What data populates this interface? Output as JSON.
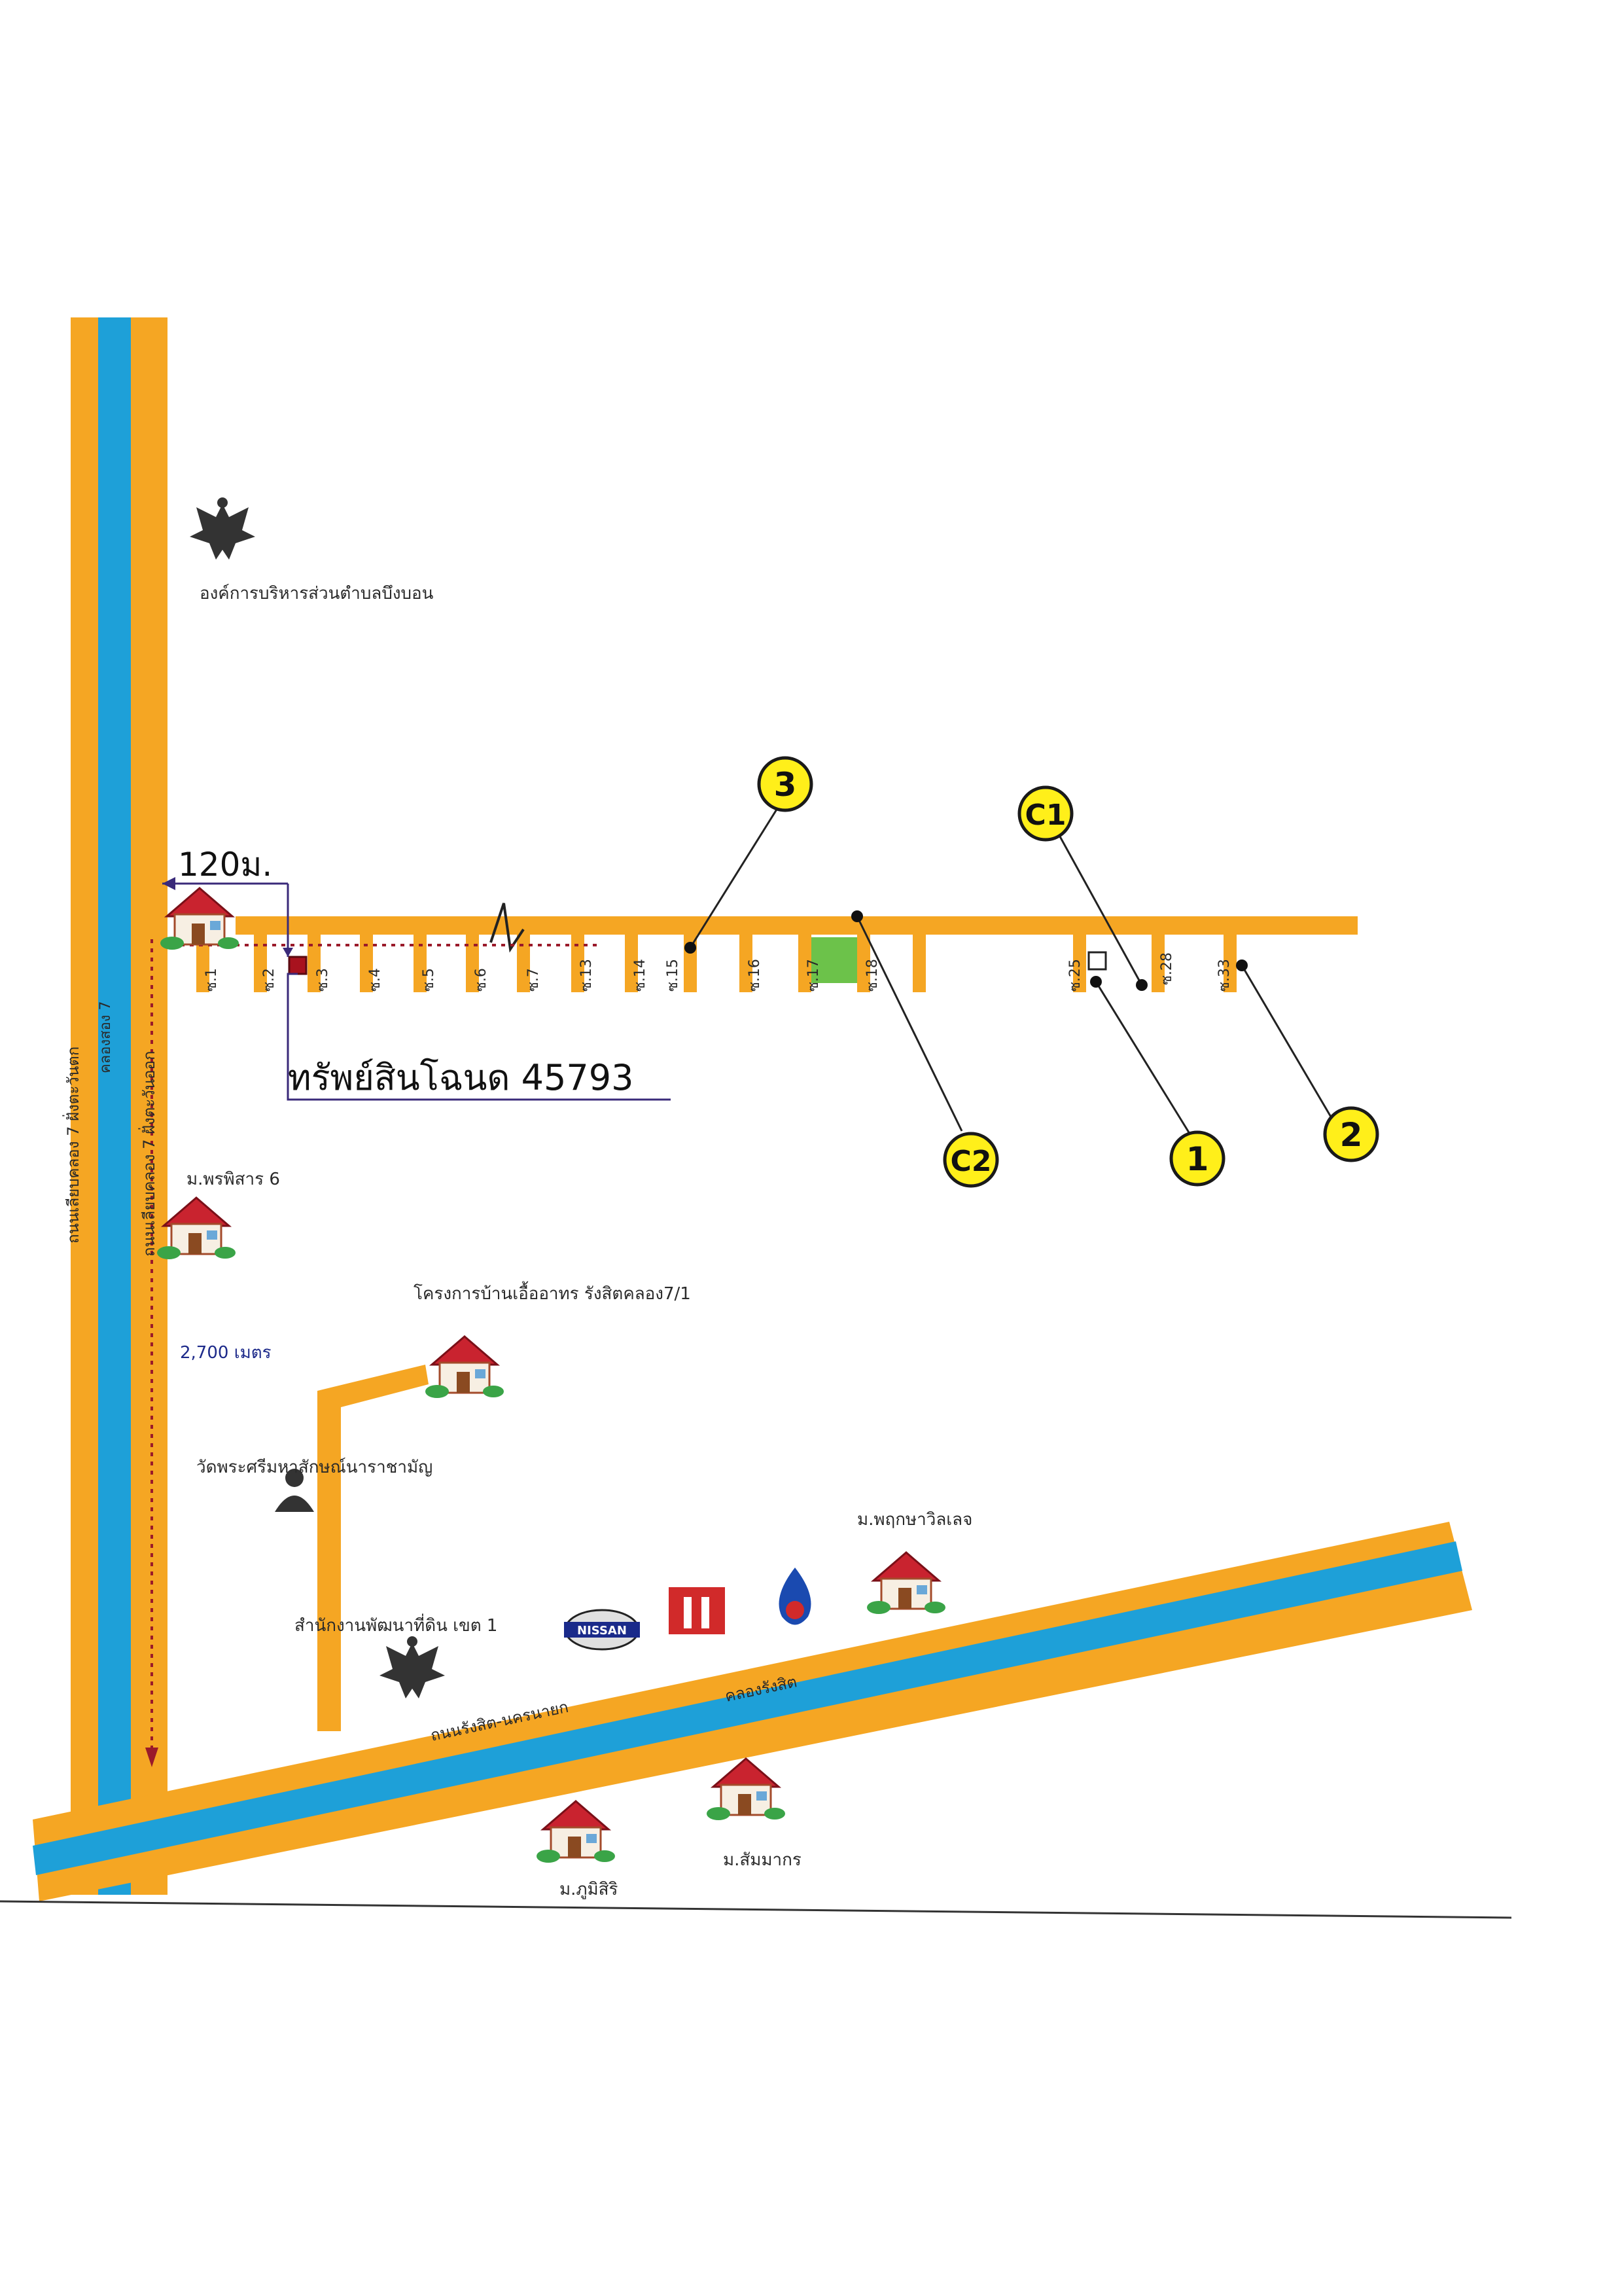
{
  "map": {
    "colors": {
      "road": "#f5a623",
      "canal": "#1ea0d8",
      "marker_fill": "#ffef1a",
      "property": "#a8121e",
      "green_plot": "#6cc24a",
      "distance_line": "#9a1a2a"
    },
    "labels": {
      "sao": "องค์การบริหารส่วนตำบลบึงบอน",
      "distance_top": "120ม.",
      "property": "ทรัพย์สินโฉนด 45793",
      "village_phonphisan": "ม.พรพิสาร 6",
      "distance_left": "2,700 เมตร",
      "project_housing": "โครงการบ้านเอื้ออาทร รังสิตคลอง7/1",
      "temple": "วัดพระศรีมหาสักษณ์นาราชามัญ",
      "village_phrukpha": "ม.พฤกษาวิลเลจ",
      "land_office": "สำนักงานพัฒนาที่ดิน เขต 1",
      "village_phumisiri": "ม.ภูมิสิริ",
      "village_sammakorn": "ม.สัมมากร",
      "road_left_outer": "ถนนเลียบคลอง 7 ฝั่งตะวันตก",
      "road_left_inner": "ถนนเลียบคลอง 7 ฝั่งตะวันออก",
      "canal_left": "คลองสอง 7",
      "road_diag": "ถนนรังสิต-นครนายก",
      "canal_diag": "คลองรังสิต",
      "nissan": "NISSAN"
    },
    "soi": [
      "ซ.1",
      "ซ.2",
      "ซ.3",
      "ซ.4",
      "ซ.5",
      "ซ.6",
      "ซ.7",
      "ซ.13",
      "ซ.14",
      "ซ.15",
      "ซ.16",
      "ซ.17",
      "ซ.18",
      "ซ.25",
      "ซ.28",
      "ซ.33"
    ],
    "markers": [
      {
        "id": "3",
        "label": "3"
      },
      {
        "id": "C1",
        "label": "C1"
      },
      {
        "id": "C2",
        "label": "C2"
      },
      {
        "id": "1",
        "label": "1"
      },
      {
        "id": "2",
        "label": "2"
      }
    ],
    "icons": [
      "house-icon",
      "garuda-emblem-icon",
      "buddha-icon",
      "nissan-logo-icon",
      "fuel-station-icon",
      "ptt-logo-icon"
    ]
  }
}
